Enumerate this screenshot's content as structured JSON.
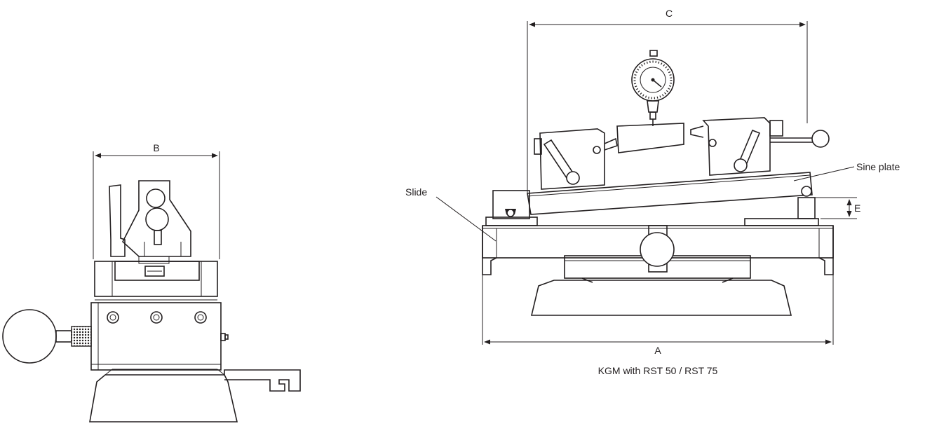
{
  "dimensions": {
    "a": "A",
    "b": "B",
    "c": "C",
    "e": "E"
  },
  "labels": {
    "slide": "Slide",
    "sine_plate": "Sine plate"
  },
  "caption": "KGM with RST 50 / RST 75"
}
